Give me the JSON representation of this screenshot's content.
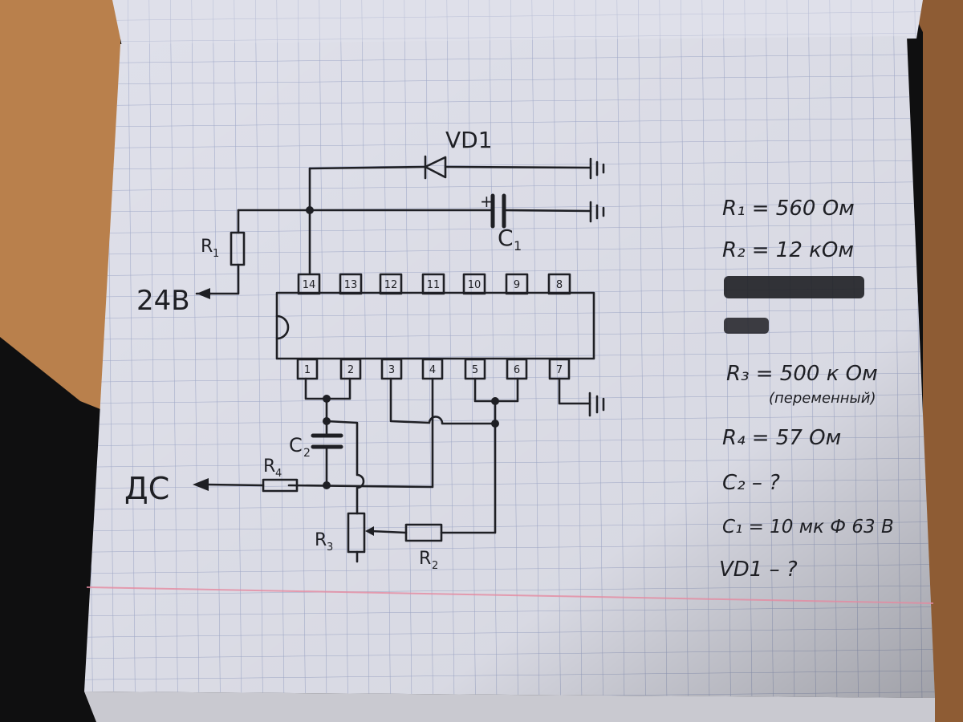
{
  "colors": {
    "desk": "#b9804c",
    "desk_shadow": "#8e5c34",
    "paper": "#dfe0ea",
    "grid": "#9fa8c8",
    "margin_line": "#e58aa0",
    "ink": "#1e1f24",
    "dark": "#0f0f10"
  },
  "icons": {
    "ground": "ground-icon",
    "diode": "diode-icon",
    "capacitor": "capacitor-icon",
    "resistor": "resistor-icon",
    "potentiometer": "potentiometer-icon",
    "arrow": "arrow-icon",
    "chip": "dip14-chip-icon"
  },
  "schematic": {
    "vd1_label": "VD1",
    "c1_label": "C",
    "c1_sub": "1",
    "c1_plus": "+",
    "r1_label": "R",
    "r1_sub": "1",
    "supply_label": "24В",
    "c2_label": "C",
    "c2_sub": "2",
    "r4_label": "R",
    "r4_sub": "4",
    "r3_label": "R",
    "r3_sub": "3",
    "r2_label": "R",
    "r2_sub": "2",
    "output_label": "ДС",
    "pins_top": [
      "14",
      "13",
      "12",
      "11",
      "10",
      "9",
      "8"
    ],
    "pins_bottom": [
      "1",
      "2",
      "3",
      "4",
      "5",
      "6",
      "7"
    ]
  },
  "notes": {
    "r1": "R₁ = 560 Ом",
    "r2": "R₂ = 12 кОм",
    "r3": "R₃ = 500 к Ом",
    "r3_note": "(переменный)",
    "r4": "R₄ = 57 Ом",
    "c2": "C₂ – ?",
    "c1": "C₁ = 10 мк Ф 63 В",
    "vd1": "VD1 – ?"
  }
}
